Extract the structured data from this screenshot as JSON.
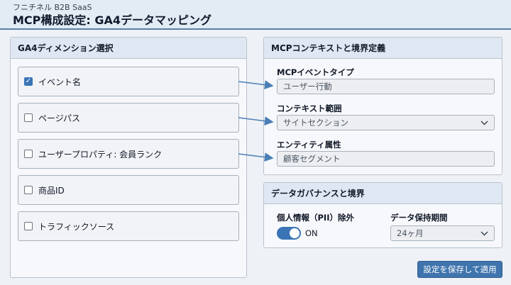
{
  "header": {
    "subtitle": "フニチネル B2B SaaS",
    "title": "MCP構成設定: GA4データマッピング"
  },
  "dimensions": {
    "title": "GA4ディメンション選択",
    "items": [
      {
        "label": "イベント名",
        "checked": true
      },
      {
        "label": "ページパス",
        "checked": false
      },
      {
        "label": "ユーザープロパティ: 会員ランク",
        "checked": false
      },
      {
        "label": "商品ID",
        "checked": false
      },
      {
        "label": "トラフィックソース",
        "checked": false
      }
    ]
  },
  "context": {
    "title": "MCPコンテキストと境界定義",
    "event_type_label": "MCPイベントタイプ",
    "event_type_placeholder": "ユーザー行動",
    "scope_label": "コンテキスト範囲",
    "scope_value": "サイトセクション",
    "entity_label": "エンティティ属性",
    "entity_placeholder": "顧客セグメント"
  },
  "governance": {
    "title": "データガバナンスと境界",
    "pii_label": "個人情報（PII）除外",
    "pii_state": "ON",
    "pii_enabled": true,
    "retention_label": "データ保持期間",
    "retention_value": "24ヶ月"
  },
  "actions": {
    "save_label": "設定を保存して適用"
  },
  "colors": {
    "accent": "#3a74b5",
    "connector": "#4a7fb5"
  }
}
